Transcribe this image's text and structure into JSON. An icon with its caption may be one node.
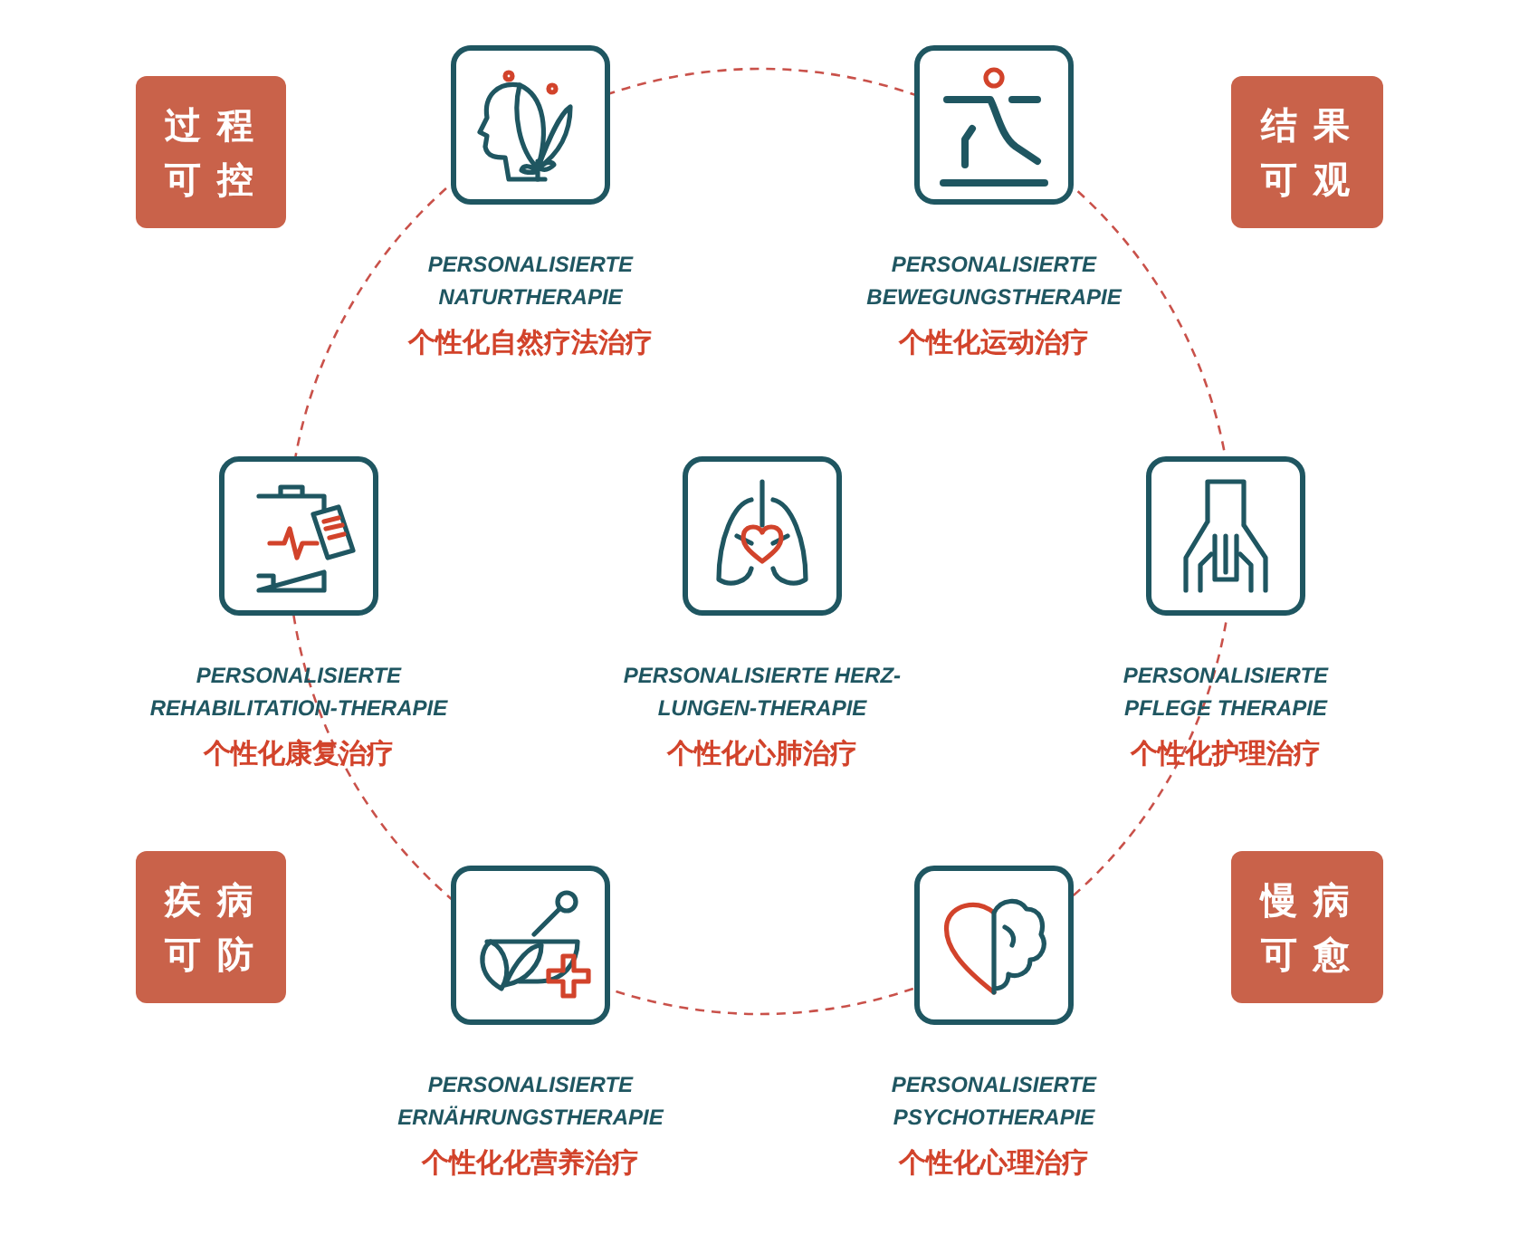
{
  "diagram": {
    "nodes": [
      {
        "text": [
          "过程可控"
        ]
      },
      {
        "text": [
          "PERSONALISIERTE NATURTHERAPIE",
          "个性化自然疗法治疗"
        ]
      },
      {
        "text": [
          "PERSONALISIERTE BEWEGUNGSTHERAPIE",
          "个性化运动治疗"
        ]
      },
      {
        "text": [
          "结果可观"
        ]
      },
      {
        "text": [
          "PERSONALISIERTE REHABILITATION-THERAPIE",
          "个性化康复治疗"
        ]
      },
      {
        "text": [
          "PERSONALISIERTE HERZ-LUNGEN-THERAPIE",
          "个性化心肺治疗"
        ]
      },
      {
        "text": [
          "PERSONALISIERTE PFLEGE THERAPIE",
          "个性化护理治疗"
        ]
      },
      {
        "text": [
          "疾病可防"
        ]
      },
      {
        "text": [
          "PERSONALISIERTE ERNÄHRUNGSTHERAPIE",
          "个性化化营养治疗"
        ]
      },
      {
        "text": [
          "PERSONALISIERTE PSYCHOTHERAPIE",
          "个性化心理治疗"
        ]
      },
      {
        "text": [
          "慢病可愈"
        ]
      }
    ]
  }
}
